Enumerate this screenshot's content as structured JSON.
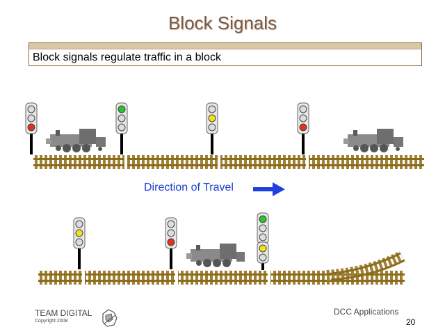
{
  "title": "Block Signals",
  "subtitle": "Block signals regulate traffic in a block",
  "direction_label": "Direction of Travel",
  "footer": {
    "company": "TEAM DIGITAL",
    "copyright": "Copyright 2008",
    "section": "DCC Applications",
    "page": "20"
  },
  "colors": {
    "red": "#e0301e",
    "yellow": "#f0e020",
    "green": "#2ec22e",
    "arrow": "#2040e0",
    "rail": "#8a6d1c"
  },
  "icons": [
    "signal-icon",
    "locomotive-icon",
    "arrow-right-icon",
    "logo-icon"
  ],
  "top_signals": [
    {
      "aspect": "red"
    },
    {
      "aspect": "green"
    },
    {
      "aspect": "yellow"
    },
    {
      "aspect": "red"
    }
  ],
  "bottom_signals": [
    {
      "aspect": "yellow"
    },
    {
      "aspect": "red"
    },
    {
      "aspect": "green-over-yellow"
    }
  ]
}
